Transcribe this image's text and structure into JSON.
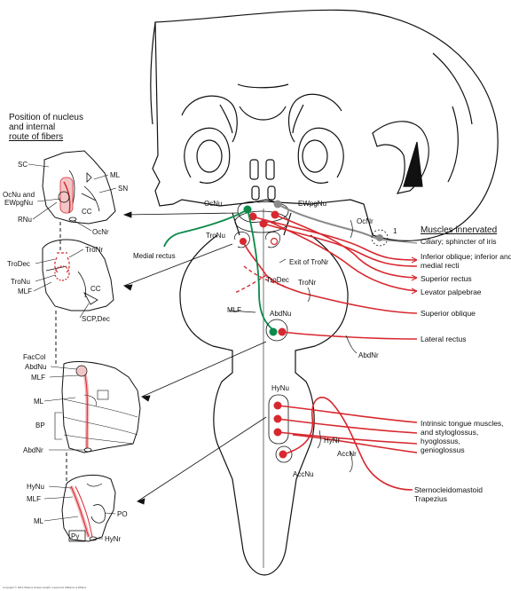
{
  "panel_title": [
    "Position of nucleus",
    "and internal",
    "route of fibers"
  ],
  "muscles_title": "Muscles innervated",
  "copyright": "Copyright © 2014 Wolters Kluwer Health | Lippincott Williams & Wilkins",
  "colors": {
    "red": "#d7282f",
    "green": "#0c8a4a",
    "gray": "#8a8a8a",
    "pink": "#e8a6a6"
  },
  "section1": {
    "SC": "SC",
    "ML": "ML",
    "SN": "SN",
    "OcNu_EW": [
      "OcNu and",
      "EWpgNu"
    ],
    "RNu": "RNu",
    "CC": "CC",
    "OcNr": "OcNr"
  },
  "section2": {
    "TroDec": "TroDec",
    "TroNr": "TroNr",
    "TroNu": "TroNu",
    "MLF": "MLF",
    "CC": "CC",
    "SCPDec": "SCP,Dec"
  },
  "section3": {
    "FacCol": "FacCol",
    "AbdNu": "AbdNu",
    "MLF": "MLF",
    "ML": "ML",
    "BP": "BP",
    "AbdNr": "AbdNr"
  },
  "section4": {
    "HyNu": "HyNu",
    "MLF": "MLF",
    "ML": "ML",
    "PO": "PO",
    "Py": "Py",
    "HyNr": "HyNr"
  },
  "main": {
    "OcNu": "OcNu",
    "EWpgNu": "EWpgNu",
    "OcNr": "OcNr",
    "one": "1",
    "TroNu": "TroNu",
    "medial_rectus": "Medial rectus",
    "exit_tronr": "Exit of TroNr",
    "TroDec": "TroDec",
    "TroNr": "TroNr",
    "MLF": "MLF",
    "AbdNu": "AbdNu",
    "AbdNr": "AbdNr",
    "HyNu": "HyNu",
    "HyNr": "HyNr",
    "AccNr": "AccNr",
    "AccNu": "AccNu"
  },
  "muscles": {
    "ciliary": "Ciliary; sphincter of iris",
    "inf_oblique": [
      "Inferior oblique; inferior and",
      "medial recti"
    ],
    "sup_rectus": "Superior rectus",
    "levator": "Levator palpebrae",
    "sup_oblique": "Superior oblique",
    "lat_rectus": "Lateral rectus",
    "tongue": [
      "Intrinsic tongue muscles,",
      "and styloglossus,",
      "hyoglossus,",
      "genioglossus"
    ],
    "scm": [
      "Sternocleidomastoid",
      "Trapezius"
    ]
  }
}
